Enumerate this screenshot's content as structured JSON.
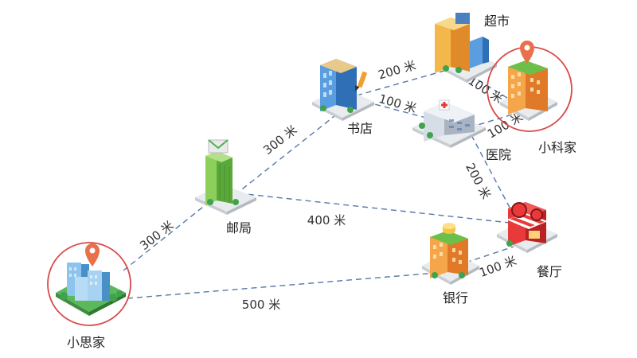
{
  "places": {
    "home_xiaosi": "小思家",
    "post_office": "邮局",
    "bookstore": "书店",
    "supermarket": "超市",
    "hospital": "医院",
    "home_xiaoke": "小科家",
    "bank": "银行",
    "restaurant": "餐厅"
  },
  "distances": {
    "xiaosi_post": "300 米",
    "post_book": "300 米",
    "post_restaurant": "400 米",
    "xiaosi_bank": "500 米",
    "book_super": "200 米",
    "super_xiaoke": "100 米",
    "book_hospital": "100 米",
    "hospital_xiaoke": "100 米",
    "hospital_restaurant": "200 米",
    "bank_restaurant": "100 米"
  },
  "colors": {
    "route": "#5577aa",
    "marker": "#e8704a",
    "highlight_circle": "#d94a4a",
    "ground": "#e9ecef",
    "grass": "#5cb85c"
  },
  "icons": {
    "home_marker": "map-pin-icon"
  }
}
